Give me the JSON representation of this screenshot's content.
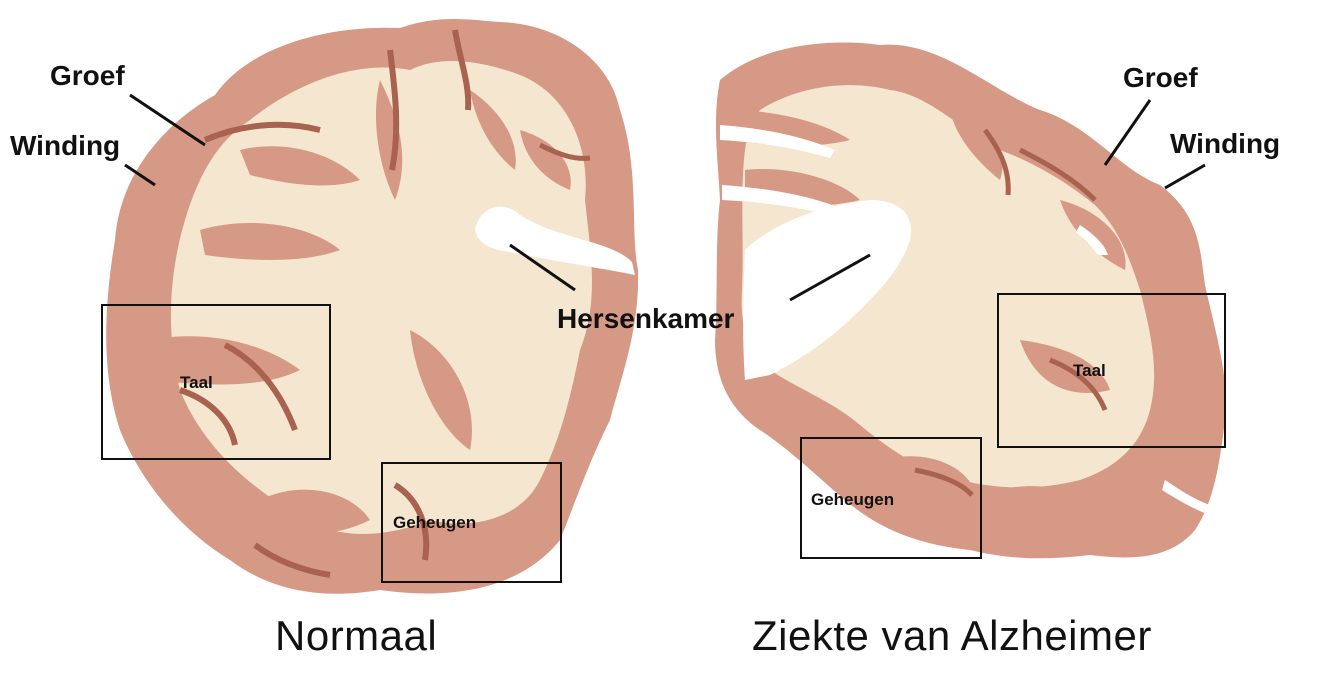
{
  "labels": {
    "sulcus": "Groef",
    "gyrus": "Winding",
    "ventricle": "Hersenkamer",
    "language": "Taal",
    "memory": "Geheugen"
  },
  "captions": {
    "normal": "Normaal",
    "alzheimer": "Ziekte van Alzheimer"
  },
  "colors": {
    "cortex": "#d69985",
    "cortex_dark": "#a8624f",
    "white_matter": "#f5e6cf",
    "outline": "#111111"
  }
}
